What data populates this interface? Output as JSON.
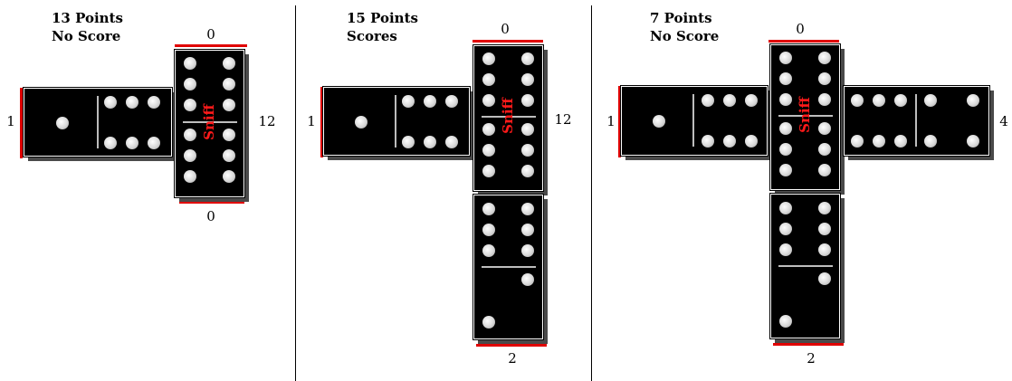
{
  "boards": [
    {
      "title_line1": "13 Points",
      "title_line2": "No Score",
      "labels": {
        "top": "0",
        "left": "1",
        "right": "12",
        "bottom": "0"
      },
      "spinner_text": "Sniff",
      "tiles": [
        {
          "role": "left",
          "halves": [
            1,
            6
          ]
        },
        {
          "role": "spinner",
          "halves": [
            6,
            6
          ]
        }
      ]
    },
    {
      "title_line1": "15 Points",
      "title_line2": "Scores",
      "labels": {
        "top": "0",
        "left": "1",
        "right": "12",
        "bottom": "2"
      },
      "spinner_text": "Sniff",
      "tiles": [
        {
          "role": "left",
          "halves": [
            1,
            6
          ]
        },
        {
          "role": "spinner",
          "halves": [
            6,
            6
          ]
        },
        {
          "role": "down",
          "halves": [
            6,
            2
          ]
        }
      ]
    },
    {
      "title_line1": "7 Points",
      "title_line2": "No Score",
      "labels": {
        "top": "0",
        "left": "1",
        "right": "4",
        "bottom": "2"
      },
      "spinner_text": "Sniff",
      "tiles": [
        {
          "role": "left",
          "halves": [
            1,
            6
          ]
        },
        {
          "role": "spinner",
          "halves": [
            6,
            6
          ]
        },
        {
          "role": "right",
          "halves": [
            6,
            4
          ]
        },
        {
          "role": "down",
          "halves": [
            6,
            2
          ]
        }
      ]
    }
  ],
  "colors": {
    "tile": "#000000",
    "pip": "#d8d8d8",
    "end_marker": "#e00000",
    "spinner_text": "#ff1a1a"
  }
}
